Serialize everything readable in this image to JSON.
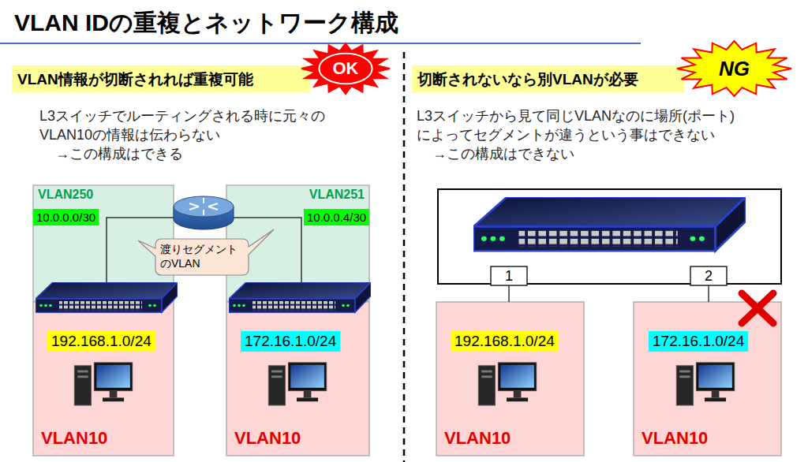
{
  "diagram": {
    "title": "VLAN IDの重複とネットワーク構成",
    "nodes": [
      {
        "text": [
          "VLAN情報が切断されれば重複可能"
        ]
      },
      {
        "text": [
          "OK"
        ]
      },
      {
        "text": [
          "切断されないなら別VLANが必要"
        ]
      },
      {
        "text": [
          "NG"
        ]
      },
      {
        "text": [
          "VLAN250"
        ]
      },
      {
        "text": [
          "10.0.0.0/30"
        ],
        "in": 4
      },
      {
        "text": [
          "VLAN251"
        ]
      },
      {
        "text": [
          "10.0.0.4/30"
        ],
        "in": 6
      },
      {
        "text": [
          "渡りセグメント のVLAN"
        ]
      },
      {
        "text": [
          "VLAN10"
        ]
      },
      {
        "text": [
          "192.168.1.0/24"
        ],
        "in": 9
      },
      {
        "text": [
          "VLAN10"
        ]
      },
      {
        "text": [
          "172.16.1.0/24"
        ],
        "in": 11
      },
      {
        "text": [
          "1"
        ]
      },
      {
        "text": [
          "2"
        ]
      },
      {
        "text": [
          "VLAN10"
        ]
      },
      {
        "text": [
          "192.168.1.0/24"
        ],
        "in": 15
      },
      {
        "text": [
          "VLAN10"
        ]
      },
      {
        "text": [
          "172.16.1.0/24"
        ],
        "in": 17
      }
    ],
    "edges": [
      {
        "from": 13,
        "to": 15,
        "arrow": "none"
      },
      {
        "from": 14,
        "to": 17,
        "arrow": "none"
      }
    ],
    "labels": [
      "L3スイッチでルーティングされる時に元々の VLAN10の情報は伝わらない",
      "→この構成はできる",
      "L3スイッチから見て同じVLANなのに場所(ポート) によってセグメントが違うという事はできない",
      "→この構成はできない"
    ]
  }
}
